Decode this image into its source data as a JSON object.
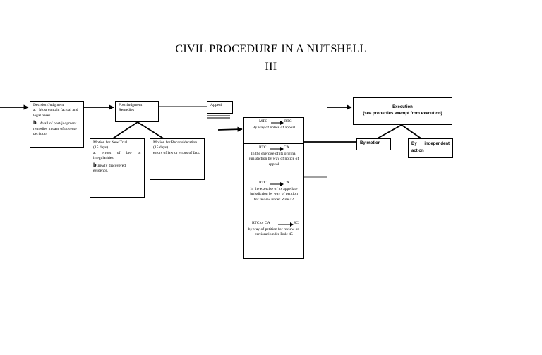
{
  "title": {
    "line1": "CIVIL PROCEDURE IN A NUTSHELL",
    "line2": "III"
  },
  "decision_box": {
    "heading": "Decision/Judgment",
    "item_a_letter": "a.",
    "item_a_text": "Must contain factual and legal bases.",
    "item_b_letter": "b.",
    "item_b_text": "Avail of post-judgment remedies in case of ",
    "item_b_emph": "adverse decision"
  },
  "post_judgment_box": {
    "line1": "Post-Judgment",
    "line2": "Remedies"
  },
  "new_trial_box": {
    "line1": "Motion for New Trial",
    "line2": "(15 days)",
    "item_a": "a. errors of law or irregularities.",
    "item_b_letter": "b.",
    "item_b_text": "newly discovered evidence."
  },
  "reconsideration_box": {
    "line1": "Motion for Reconsideration",
    "line2": "(15 days)",
    "line3": "errors of law or errors of fact."
  },
  "appeal_box": {
    "label": "Appeal"
  },
  "appeal_routes": [
    {
      "from": "MTC",
      "to": "RTC",
      "text": "By way of notice of appeal"
    },
    {
      "from": "RTC",
      "to": "CA",
      "text": "In the exercise of its original jurisdiction by way of notice of appeal"
    },
    {
      "from": "RTC",
      "to": "CA",
      "text": "In the exercise of its appellate jurisdiction by way of petition for review under Rule 42"
    },
    {
      "from": "RTC or CA",
      "to": "SC",
      "text": "by way of petition for review on certiorari under Rule 45"
    }
  ],
  "execution_box": {
    "line1": "Execution",
    "line2": "(see properties exempt from execution)"
  },
  "by_motion_box": {
    "label": "By motion"
  },
  "independent_action_box": {
    "word1": "By",
    "word2": "independent",
    "word3": "action"
  }
}
